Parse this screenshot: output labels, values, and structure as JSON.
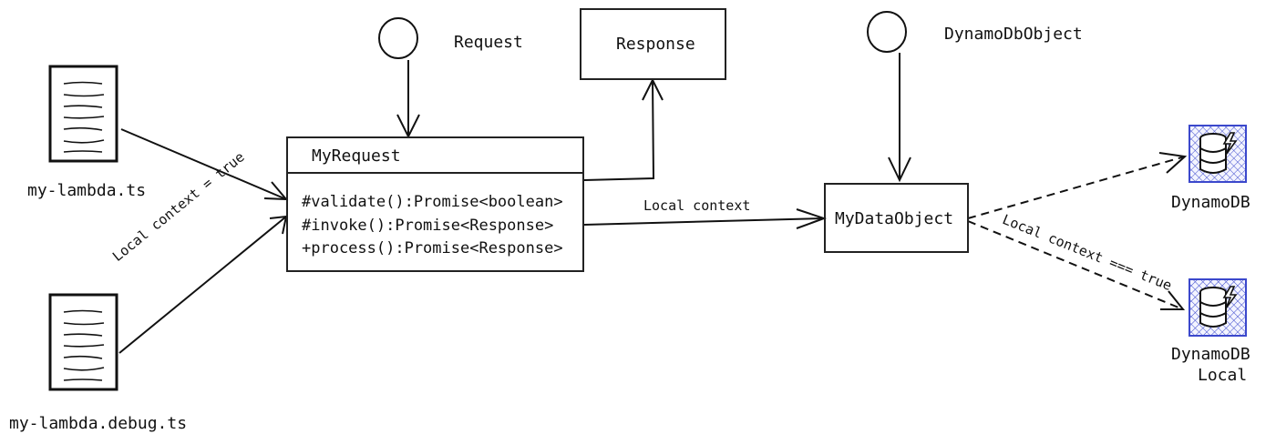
{
  "files": {
    "lambda": {
      "name": "my-lambda.ts"
    },
    "debug": {
      "name": "my-lambda.debug.ts"
    }
  },
  "objects": {
    "request": "Request",
    "response": "Response",
    "dynamo_db_object": "DynamoDbObject"
  },
  "class_box": {
    "title": "MyRequest",
    "methods": [
      "#validate():Promise<boolean>",
      "#invoke():Promise<Response>",
      "+process():Promise<Response>"
    ]
  },
  "data_object": "MyDataObject",
  "edges": {
    "debug_label": "Local context = true",
    "request_to_data": "Local context",
    "data_to_local": "Local context === true"
  },
  "databases": {
    "dynamodb": {
      "label": "DynamoDB",
      "color": "#3b48cc"
    },
    "local": {
      "label_line1": "DynamoDB",
      "label_line2": "Local",
      "color": "#3b48cc"
    }
  }
}
